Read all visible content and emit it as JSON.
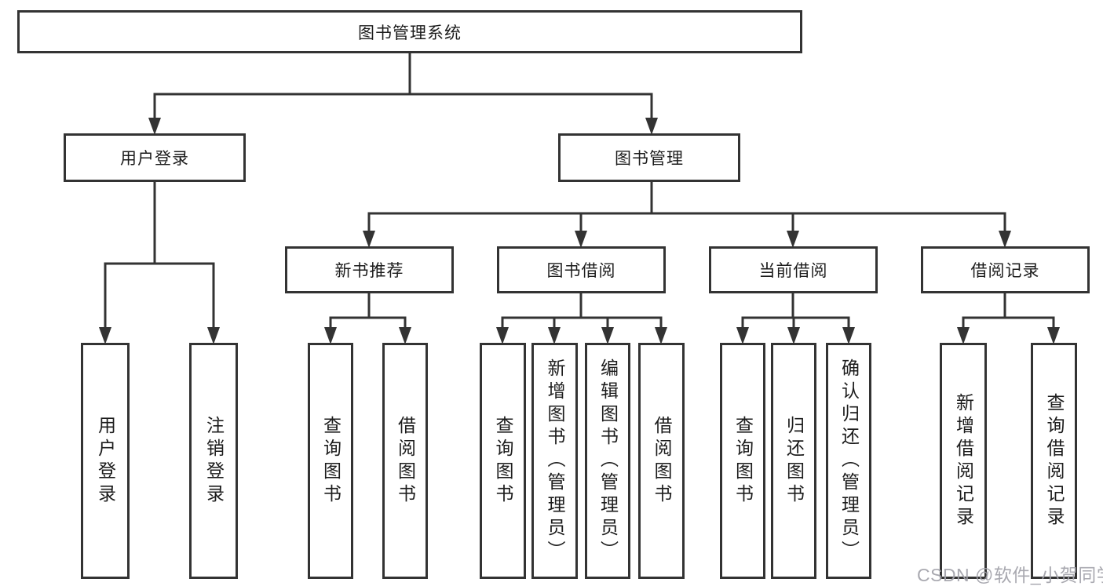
{
  "diagram": {
    "root": {
      "label": "图书管理系统"
    },
    "branches": [
      {
        "label": "用户登录",
        "children": [
          "用户登录",
          "注销登录"
        ]
      },
      {
        "label": "图书管理",
        "groups": [
          {
            "label": "新书推荐",
            "children": [
              "查询图书",
              "借阅图书"
            ]
          },
          {
            "label": "图书借阅",
            "children": [
              "查询图书",
              "新增图书（管理员）",
              "编辑图书（管理员）",
              "借阅图书"
            ]
          },
          {
            "label": "当前借阅",
            "children": [
              "查询图书",
              "归还图书",
              "确认归还（管理员）"
            ]
          },
          {
            "label": "借阅记录",
            "children": [
              "新增借阅记录",
              "查询借阅记录"
            ]
          }
        ]
      }
    ]
  },
  "watermark": "CSDN @软件_小贺同学",
  "colors": {
    "line": "#333333",
    "box_border": "#333333",
    "text": "#1c1c1c",
    "watermark": "#a2a2aa"
  }
}
